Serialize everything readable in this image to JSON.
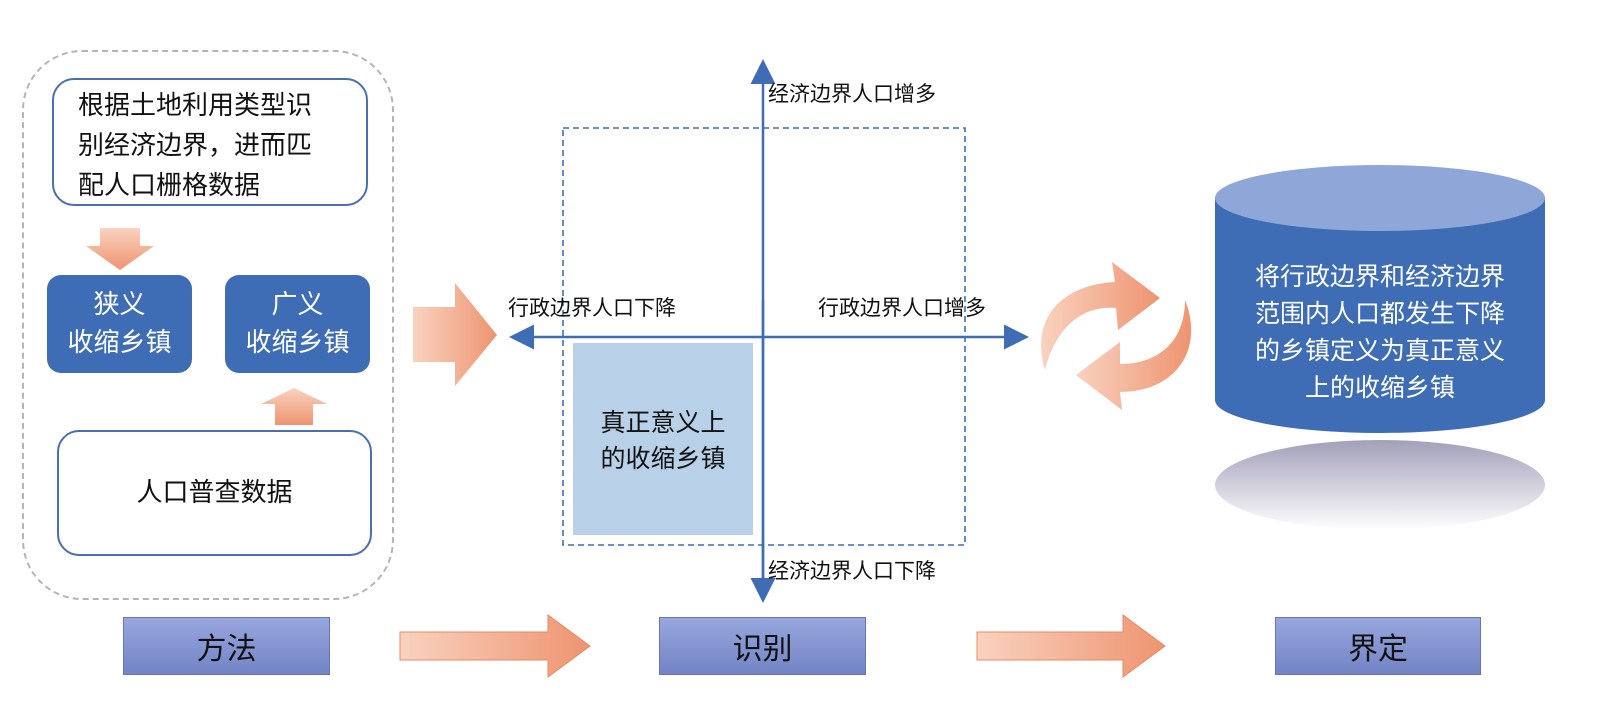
{
  "method": {
    "land_use_box": [
      "根据土地利用类型识",
      "别经济边界，进而匹",
      "配人口栅格数据"
    ],
    "narrow": [
      "狭义",
      "收缩乡镇"
    ],
    "broad": [
      "广义",
      "收缩乡镇"
    ],
    "census": "人口普查数据"
  },
  "identify": {
    "econ_up": "经济边界人口增多",
    "econ_down": "经济边界人口下降",
    "admin_down": "行政边界人口下降",
    "admin_up": "行政边界人口增多",
    "true_shrink": [
      "真正意义上",
      "的收缩乡镇"
    ]
  },
  "define": {
    "cylinder_text": [
      "将行政边界和经济边界",
      "范围内人口都发生下降",
      "的乡镇定义为真正意义",
      "上的收缩乡镇"
    ]
  },
  "stages": [
    "方法",
    "识别",
    "界定"
  ],
  "colors": {
    "blue": "#3e6db5",
    "orange": "#f0a27f",
    "light_blue": "#b8d0e8"
  }
}
